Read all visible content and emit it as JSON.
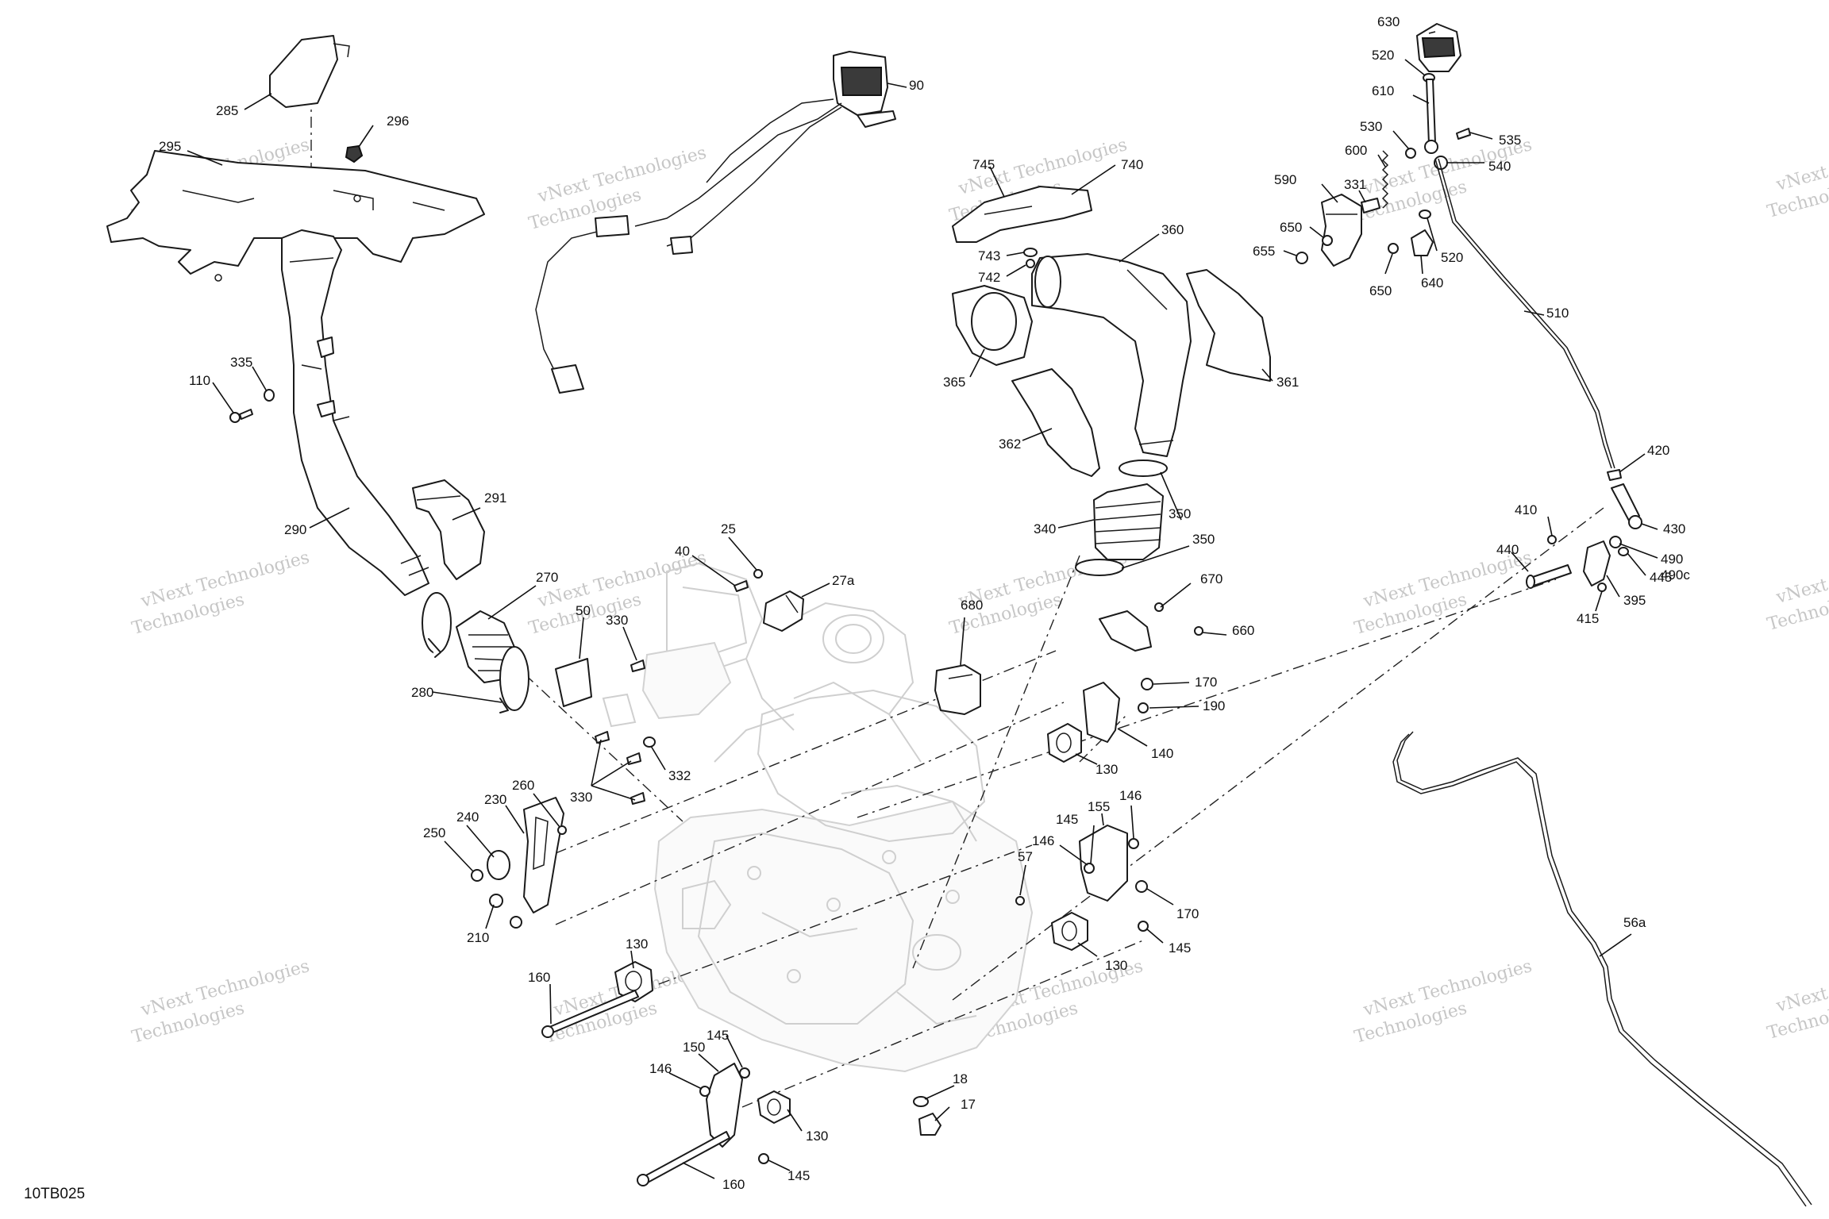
{
  "diagram_code": "10TB025",
  "watermark": {
    "line1": "vNext Technologies",
    "line2": "Technologies"
  },
  "callouts": [
    {
      "id": "c-285",
      "text": "285"
    },
    {
      "id": "c-296",
      "text": "296"
    },
    {
      "id": "c-295",
      "text": "295"
    },
    {
      "id": "c-110",
      "text": "110"
    },
    {
      "id": "c-335",
      "text": "335"
    },
    {
      "id": "c-290",
      "text": "290"
    },
    {
      "id": "c-291",
      "text": "291"
    },
    {
      "id": "c-270",
      "text": "270"
    },
    {
      "id": "c-280",
      "text": "280"
    },
    {
      "id": "c-90",
      "text": "90"
    },
    {
      "id": "c-25",
      "text": "25"
    },
    {
      "id": "c-40",
      "text": "40"
    },
    {
      "id": "c-27a",
      "text": "27a"
    },
    {
      "id": "c-50",
      "text": "50"
    },
    {
      "id": "c-330a",
      "text": "330"
    },
    {
      "id": "c-330b",
      "text": "330"
    },
    {
      "id": "c-332",
      "text": "332"
    },
    {
      "id": "c-260",
      "text": "260"
    },
    {
      "id": "c-230",
      "text": "230"
    },
    {
      "id": "c-240",
      "text": "240"
    },
    {
      "id": "c-250",
      "text": "250"
    },
    {
      "id": "c-210",
      "text": "210"
    },
    {
      "id": "c-130a",
      "text": "130"
    },
    {
      "id": "c-160a",
      "text": "160"
    },
    {
      "id": "c-145a",
      "text": "145"
    },
    {
      "id": "c-150",
      "text": "150"
    },
    {
      "id": "c-146a",
      "text": "146"
    },
    {
      "id": "c-130b",
      "text": "130"
    },
    {
      "id": "c-145b",
      "text": "145"
    },
    {
      "id": "c-160b",
      "text": "160"
    },
    {
      "id": "c-18",
      "text": "18"
    },
    {
      "id": "c-17",
      "text": "17"
    },
    {
      "id": "c-745",
      "text": "745"
    },
    {
      "id": "c-740",
      "text": "740"
    },
    {
      "id": "c-743",
      "text": "743"
    },
    {
      "id": "c-742",
      "text": "742"
    },
    {
      "id": "c-360",
      "text": "360"
    },
    {
      "id": "c-365",
      "text": "365"
    },
    {
      "id": "c-361",
      "text": "361"
    },
    {
      "id": "c-362",
      "text": "362"
    },
    {
      "id": "c-340",
      "text": "340"
    },
    {
      "id": "c-350a",
      "text": "350"
    },
    {
      "id": "c-350b",
      "text": "350"
    },
    {
      "id": "c-680",
      "text": "680"
    },
    {
      "id": "c-670",
      "text": "670"
    },
    {
      "id": "c-660",
      "text": "660"
    },
    {
      "id": "c-170a",
      "text": "170"
    },
    {
      "id": "c-190",
      "text": "190"
    },
    {
      "id": "c-140",
      "text": "140"
    },
    {
      "id": "c-130c",
      "text": "130"
    },
    {
      "id": "c-145c",
      "text": "145"
    },
    {
      "id": "c-155",
      "text": "155"
    },
    {
      "id": "c-146b",
      "text": "146"
    },
    {
      "id": "c-146c",
      "text": "146"
    },
    {
      "id": "c-57",
      "text": "57"
    },
    {
      "id": "c-170b",
      "text": "170"
    },
    {
      "id": "c-130d",
      "text": "130"
    },
    {
      "id": "c-145d",
      "text": "145"
    },
    {
      "id": "c-630",
      "text": "630"
    },
    {
      "id": "c-520a",
      "text": "520"
    },
    {
      "id": "c-610",
      "text": "610"
    },
    {
      "id": "c-530",
      "text": "530"
    },
    {
      "id": "c-535",
      "text": "535"
    },
    {
      "id": "c-600",
      "text": "600"
    },
    {
      "id": "c-540",
      "text": "540"
    },
    {
      "id": "c-590",
      "text": "590"
    },
    {
      "id": "c-331",
      "text": "331"
    },
    {
      "id": "c-650a",
      "text": "650"
    },
    {
      "id": "c-655",
      "text": "655"
    },
    {
      "id": "c-650b",
      "text": "650"
    },
    {
      "id": "c-640",
      "text": "640"
    },
    {
      "id": "c-520b",
      "text": "520"
    },
    {
      "id": "c-510",
      "text": "510"
    },
    {
      "id": "c-420",
      "text": "420"
    },
    {
      "id": "c-410",
      "text": "410"
    },
    {
      "id": "c-430",
      "text": "430"
    },
    {
      "id": "c-440",
      "text": "440"
    },
    {
      "id": "c-490",
      "text": "490"
    },
    {
      "id": "c-490c",
      "text": "490c"
    },
    {
      "id": "c-445",
      "text": "445"
    },
    {
      "id": "c-395",
      "text": "395"
    },
    {
      "id": "c-415",
      "text": "415"
    },
    {
      "id": "c-56a",
      "text": "56a"
    }
  ]
}
